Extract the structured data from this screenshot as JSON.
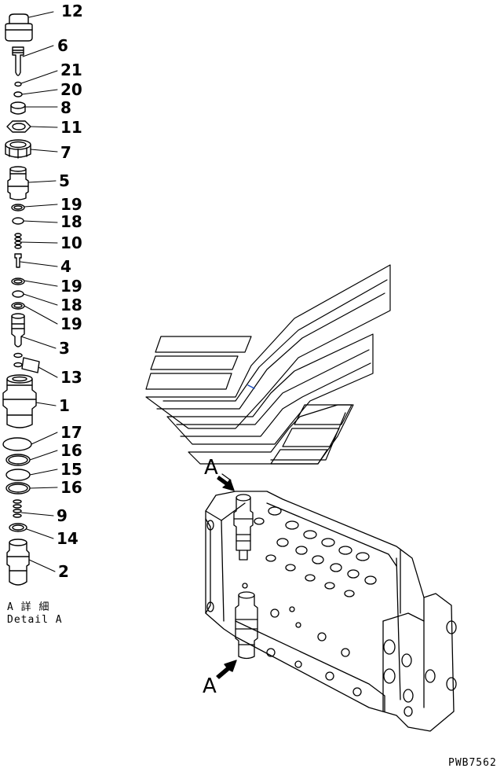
{
  "callouts": [
    "12",
    "6",
    "21",
    "20",
    "8",
    "11",
    "7",
    "5",
    "19",
    "18",
    "10",
    "4",
    "19",
    "18",
    "19",
    "3",
    "13",
    "1",
    "17",
    "16",
    "15",
    "16",
    "9",
    "14",
    "2"
  ],
  "detail": {
    "jp": "A 詳 細",
    "en": "Detail A"
  },
  "view_marker_top": "A",
  "view_marker_bottom": "A",
  "drawing_code": "PWB7562"
}
